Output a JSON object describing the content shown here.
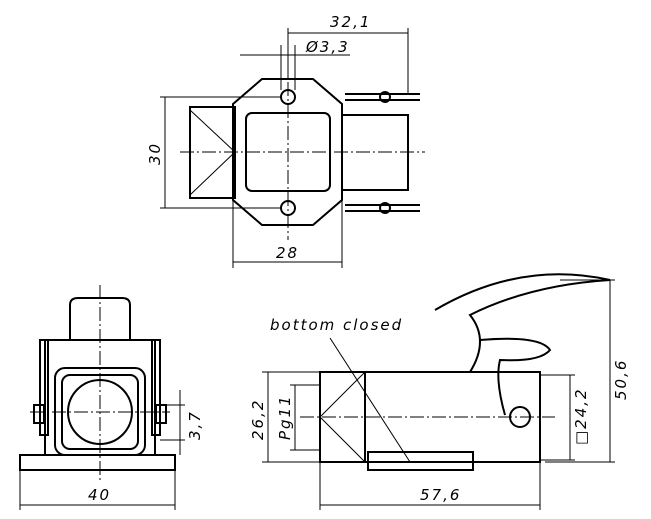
{
  "title": "Hood drawing",
  "top_view": {
    "dim_width": "32,1",
    "dim_hole": "Ø3,3",
    "dim_height": "30",
    "dim_flange": "28"
  },
  "front_view": {
    "dim_offset": "3,7",
    "dim_width": "40"
  },
  "side_view": {
    "note": "bottom closed",
    "dim_height": "26,2",
    "thread": "Pg11",
    "dim_square": "□24,2",
    "dim_total_height": "50,6",
    "dim_length": "57,6"
  }
}
